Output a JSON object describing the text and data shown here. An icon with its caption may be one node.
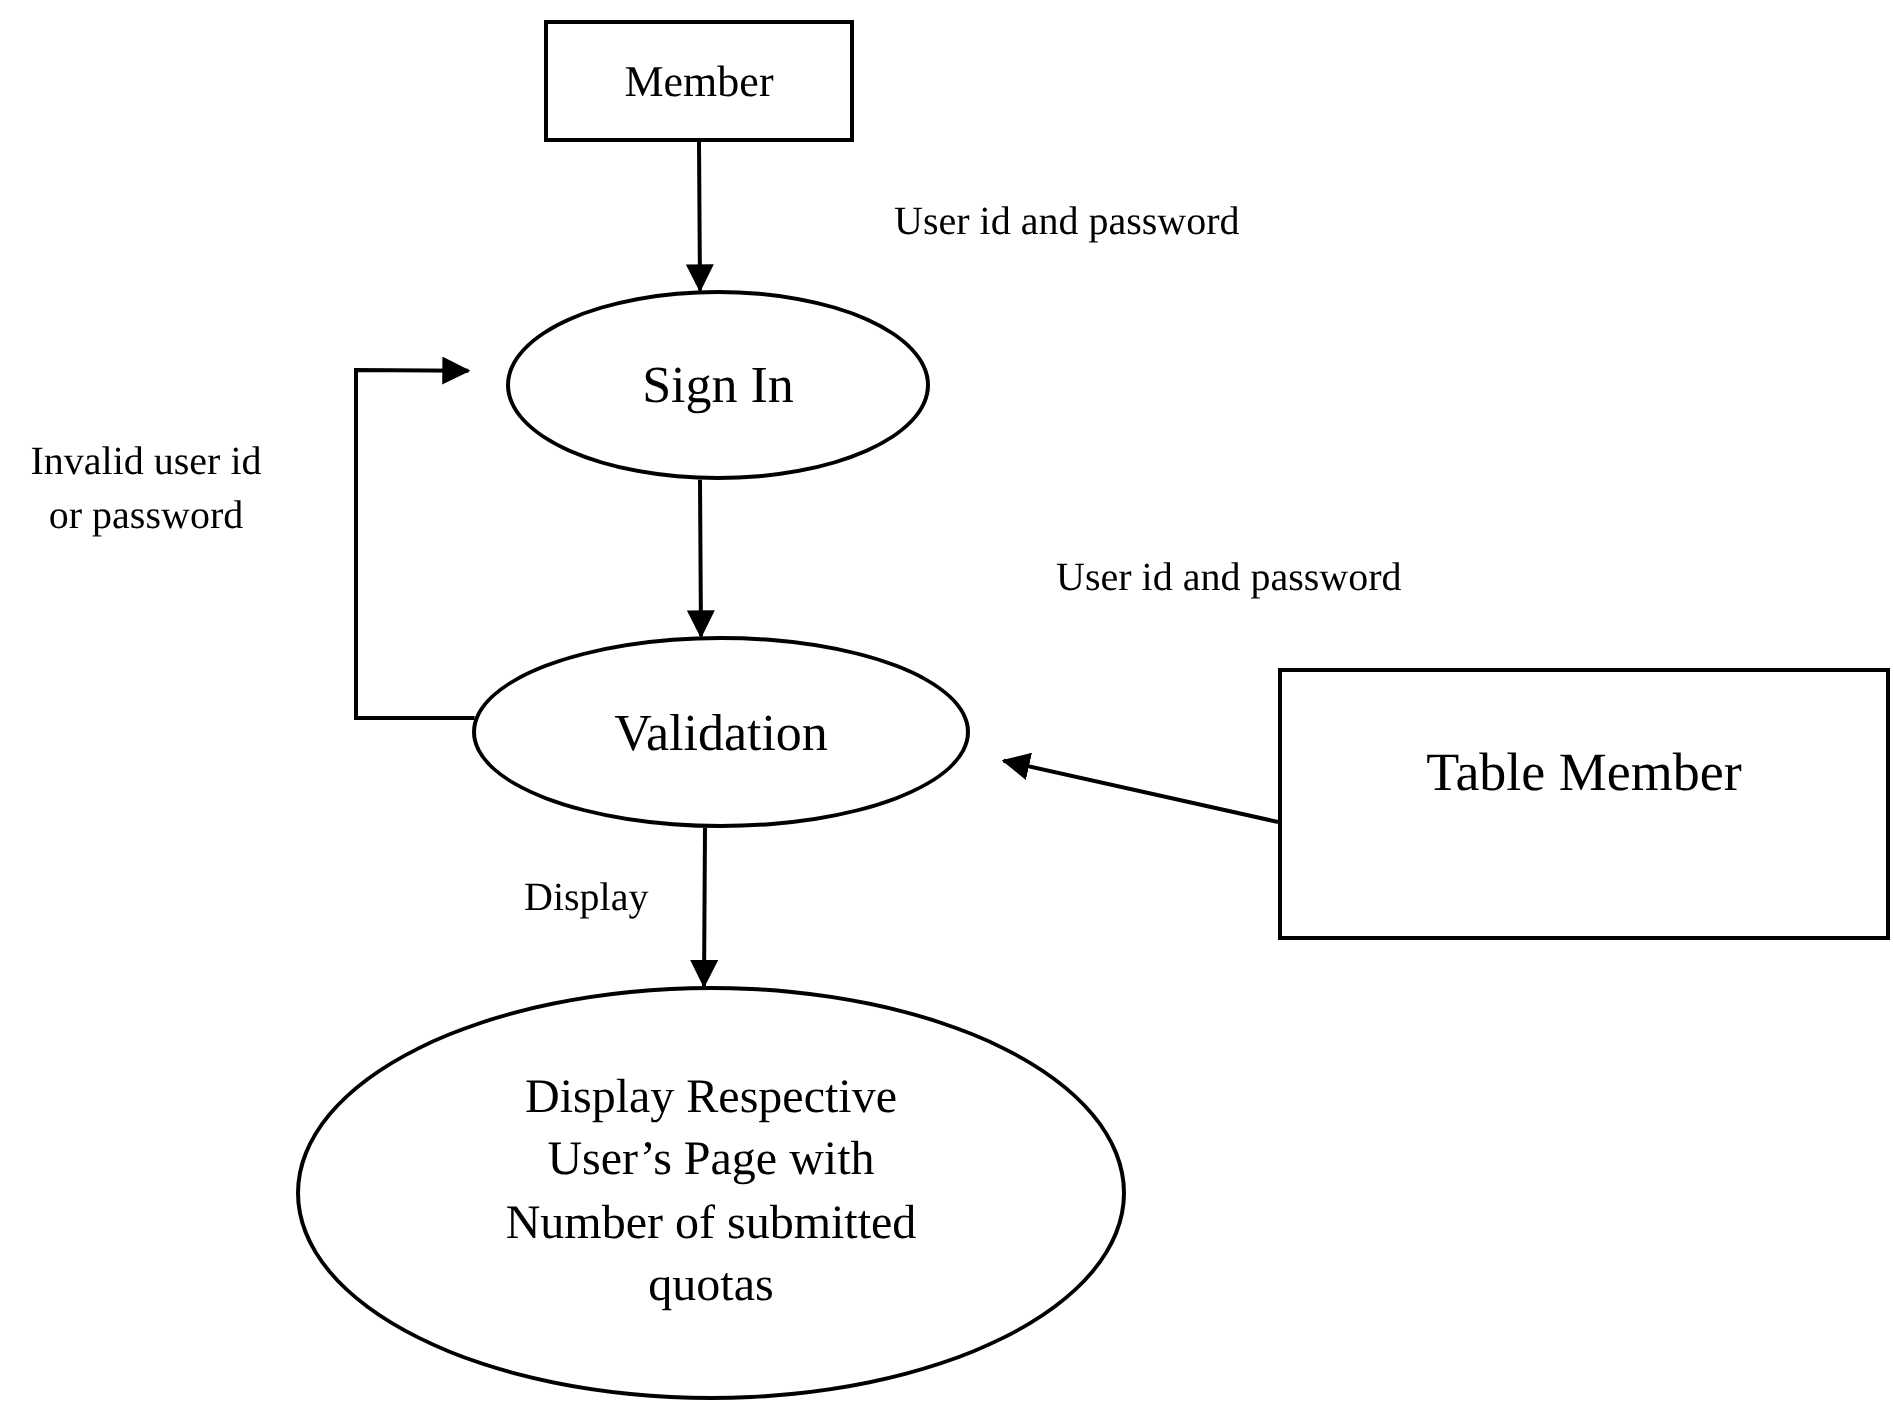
{
  "diagram": {
    "nodes": [
      {
        "text": [
          "Member"
        ]
      },
      {
        "text": [
          "Sign In"
        ]
      },
      {
        "text": [
          "Validation"
        ]
      },
      {
        "text": [
          "Table Member"
        ]
      },
      {
        "text": [
          "Display Respective User’s Page with Number of submitted quotas"
        ]
      }
    ],
    "edges": [
      {
        "from": 0,
        "to": 1,
        "arrow": "to",
        "label": "User id and password"
      },
      {
        "from": 1,
        "to": 2,
        "arrow": "to"
      },
      {
        "from": 2,
        "to": 1,
        "arrow": "to",
        "label": "Invalid user id or password"
      },
      {
        "from": 3,
        "to": 2,
        "arrow": "to",
        "label": "User id and password"
      },
      {
        "from": 2,
        "to": 4,
        "arrow": "to",
        "label": "Display"
      }
    ]
  }
}
